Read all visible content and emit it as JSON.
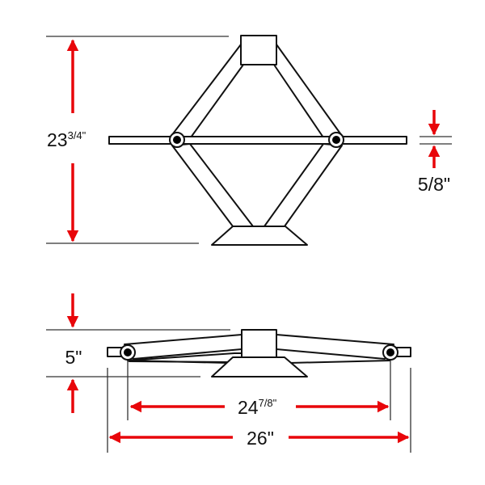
{
  "colors": {
    "dimension_arrow": "#e8060a",
    "outline": "#111111",
    "background": "#ffffff"
  },
  "raised_view": {
    "height": {
      "whole": "23",
      "fraction": "3/4",
      "unit": "\""
    },
    "handle_thickness": {
      "text": "5/8\""
    }
  },
  "lowered_view": {
    "height": {
      "text": "5\""
    },
    "pivot_span": {
      "whole": "24",
      "fraction": "7/8",
      "unit": "\""
    },
    "overall_length": {
      "text": "26\""
    }
  }
}
